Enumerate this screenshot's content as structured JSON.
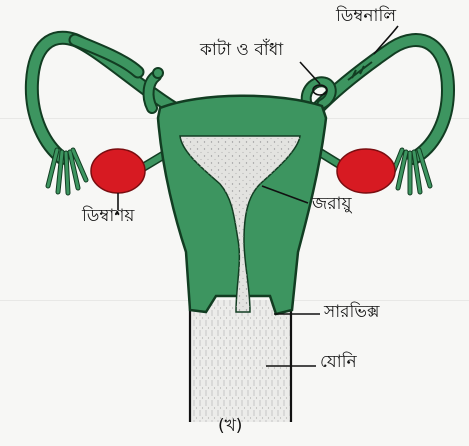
{
  "labels": {
    "fallopian_tube": "ডিম্বনালি",
    "cut_and_tied": "কাটা ও বাঁধা",
    "ovary": "ডিম্বাশয়",
    "uterus": "জরায়ু",
    "cervix": "সারভিক্স",
    "vagina": "যোনি",
    "figure_caption": "(খ)"
  },
  "colors": {
    "tissue": "#3d9560",
    "tissue_outline": "#123d22",
    "ovary": "#d71a22",
    "cavity": "#e3e3e0",
    "line": "#111111"
  }
}
